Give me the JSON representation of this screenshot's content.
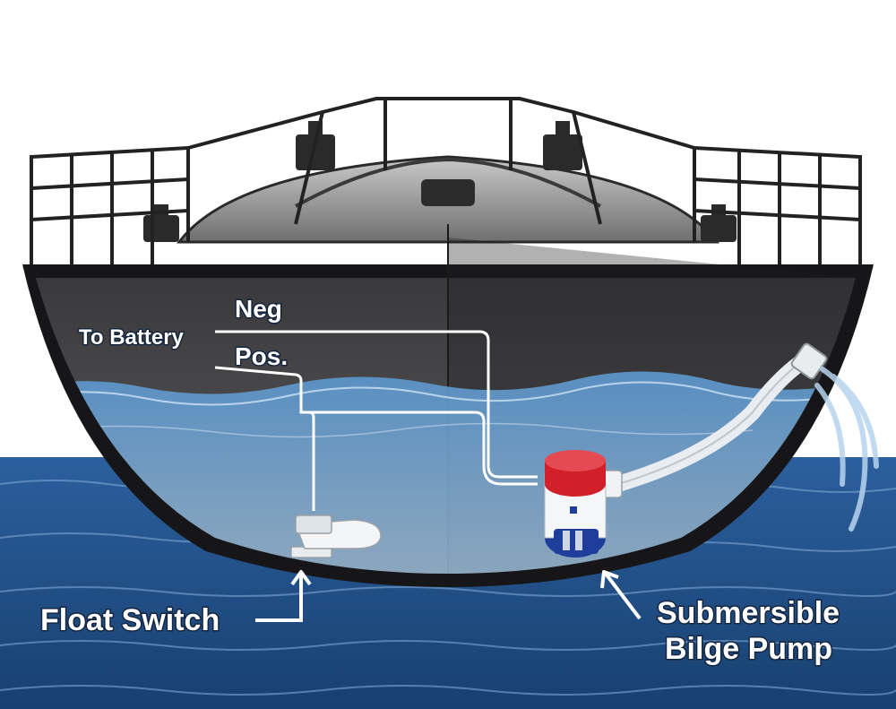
{
  "labels": {
    "negative": "Neg",
    "to_battery": "To Battery",
    "positive": "Pos.",
    "float_switch": "Float Switch",
    "pump_line1": "Submersible",
    "pump_line2": "Bilge Pump"
  },
  "colors": {
    "sea": "#1f4f8c",
    "hull_dark": "#2c2c2e",
    "hull_interior": "#4a4a4c",
    "bilge_water": "#3a78b4",
    "pump_cap": "#d2202a",
    "pump_base": "#1f3d9a",
    "wire": "#ffffff"
  }
}
